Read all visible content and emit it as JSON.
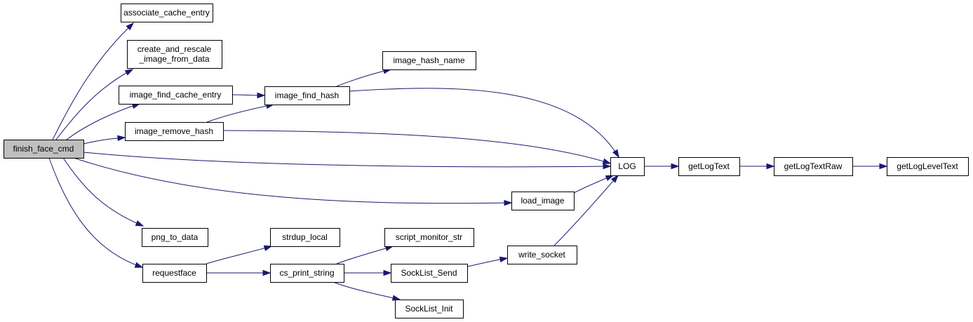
{
  "colors": {
    "edge": "#191970",
    "node_fill": "#ffffff",
    "root_fill": "#bfbfbf",
    "border": "#000000"
  },
  "nodes": [
    {
      "id": "finish_face_cmd",
      "lines": [
        "finish_face_cmd"
      ],
      "root": true
    },
    {
      "id": "associate_cache_entry",
      "lines": [
        "associate_cache_entry"
      ]
    },
    {
      "id": "create_and_rescale_image_from_data",
      "lines": [
        "create_and_rescale",
        "_image_from_data"
      ]
    },
    {
      "id": "image_find_cache_entry",
      "lines": [
        "image_find_cache_entry"
      ]
    },
    {
      "id": "image_find_hash",
      "lines": [
        "image_find_hash"
      ]
    },
    {
      "id": "image_hash_name",
      "lines": [
        "image_hash_name"
      ]
    },
    {
      "id": "image_remove_hash",
      "lines": [
        "image_remove_hash"
      ]
    },
    {
      "id": "LOG",
      "lines": [
        "LOG"
      ]
    },
    {
      "id": "getLogText",
      "lines": [
        "getLogText"
      ]
    },
    {
      "id": "getLogTextRaw",
      "lines": [
        "getLogTextRaw"
      ]
    },
    {
      "id": "getLogLevelText",
      "lines": [
        "getLogLevelText"
      ]
    },
    {
      "id": "load_image",
      "lines": [
        "load_image"
      ]
    },
    {
      "id": "png_to_data",
      "lines": [
        "png_to_data"
      ]
    },
    {
      "id": "requestface",
      "lines": [
        "requestface"
      ]
    },
    {
      "id": "strdup_local",
      "lines": [
        "strdup_local"
      ]
    },
    {
      "id": "cs_print_string",
      "lines": [
        "cs_print_string"
      ]
    },
    {
      "id": "script_monitor_str",
      "lines": [
        "script_monitor_str"
      ]
    },
    {
      "id": "SockList_Send",
      "lines": [
        "SockList_Send"
      ]
    },
    {
      "id": "SockList_Init",
      "lines": [
        "SockList_Init"
      ]
    },
    {
      "id": "write_socket",
      "lines": [
        "write_socket"
      ]
    }
  ],
  "edges": [
    {
      "from": "finish_face_cmd",
      "to": "associate_cache_entry"
    },
    {
      "from": "finish_face_cmd",
      "to": "create_and_rescale_image_from_data"
    },
    {
      "from": "finish_face_cmd",
      "to": "image_find_cache_entry"
    },
    {
      "from": "finish_face_cmd",
      "to": "image_remove_hash"
    },
    {
      "from": "finish_face_cmd",
      "to": "LOG"
    },
    {
      "from": "finish_face_cmd",
      "to": "load_image"
    },
    {
      "from": "finish_face_cmd",
      "to": "png_to_data"
    },
    {
      "from": "finish_face_cmd",
      "to": "requestface"
    },
    {
      "from": "image_find_cache_entry",
      "to": "image_find_hash"
    },
    {
      "from": "image_remove_hash",
      "to": "image_find_hash"
    },
    {
      "from": "image_remove_hash",
      "to": "LOG"
    },
    {
      "from": "image_find_hash",
      "to": "image_hash_name"
    },
    {
      "from": "image_find_hash",
      "to": "LOG"
    },
    {
      "from": "load_image",
      "to": "LOG"
    },
    {
      "from": "write_socket",
      "to": "LOG"
    },
    {
      "from": "LOG",
      "to": "getLogText"
    },
    {
      "from": "getLogText",
      "to": "getLogTextRaw"
    },
    {
      "from": "getLogTextRaw",
      "to": "getLogLevelText"
    },
    {
      "from": "requestface",
      "to": "strdup_local"
    },
    {
      "from": "requestface",
      "to": "cs_print_string"
    },
    {
      "from": "cs_print_string",
      "to": "script_monitor_str"
    },
    {
      "from": "cs_print_string",
      "to": "SockList_Send"
    },
    {
      "from": "cs_print_string",
      "to": "SockList_Init"
    },
    {
      "from": "SockList_Send",
      "to": "write_socket"
    }
  ]
}
